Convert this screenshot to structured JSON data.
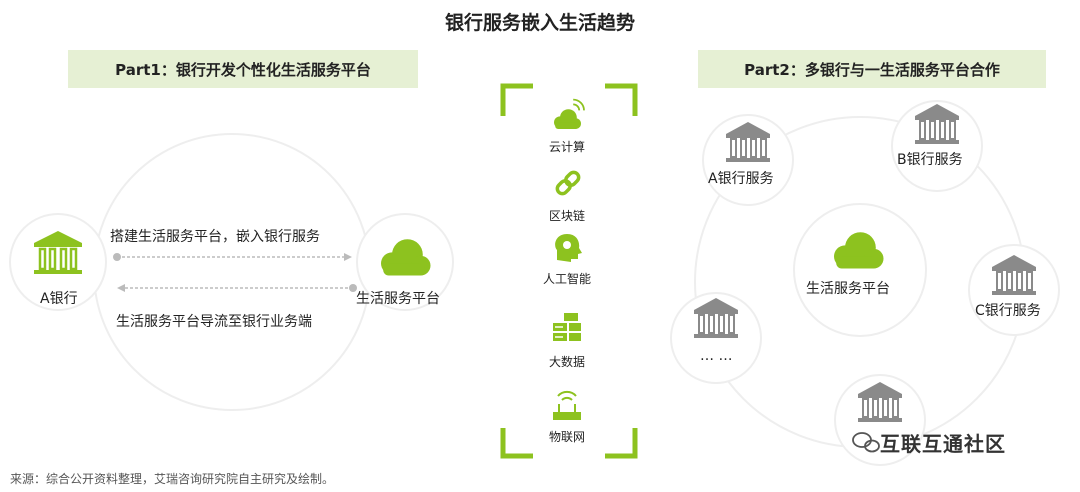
{
  "title": "银行服务嵌入生活趋势",
  "part1": {
    "header": "Part1：银行开发个性化生活服务平台",
    "bank_label": "A银行",
    "platform_label": "生活服务平台",
    "arrow_top_text": "搭建生活服务平台，嵌入银行服务",
    "arrow_bottom_text": "生活服务平台导流至银行业务端"
  },
  "tech": [
    {
      "label": "云计算",
      "icon": "cloud-wifi-icon"
    },
    {
      "label": "区块链",
      "icon": "chain-link-icon"
    },
    {
      "label": "人工智能",
      "icon": "brain-head-icon"
    },
    {
      "label": "大数据",
      "icon": "server-stack-icon"
    },
    {
      "label": "物联网",
      "icon": "router-icon"
    }
  ],
  "part2": {
    "header": "Part2：多银行与一生活服务平台合作",
    "center_label": "生活服务平台",
    "banks": [
      "A银行服务",
      "B银行服务",
      "C银行服务",
      "… …"
    ]
  },
  "source": "来源：综合公开资料整理，艾瑞咨询研究院自主研究及绘制。",
  "watermark": "互联互通社区",
  "colors": {
    "accent": "#8dc21f",
    "header_bg": "#e6f0d4",
    "bank_icon": "#888888"
  }
}
